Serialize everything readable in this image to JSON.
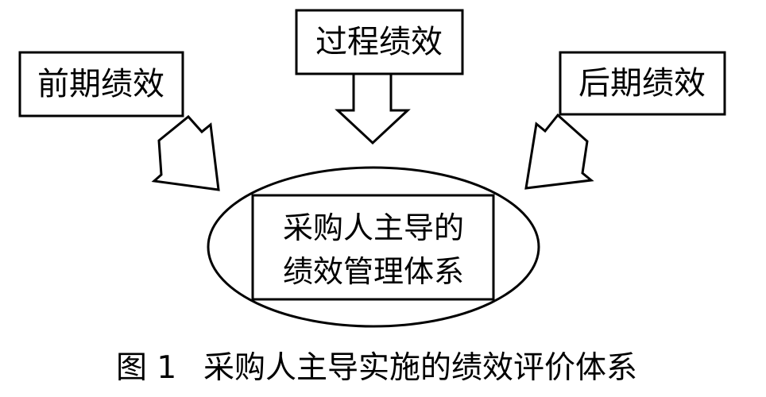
{
  "diagram": {
    "inputs": {
      "early": "前期绩效",
      "process": "过程绩效",
      "late": "后期绩效"
    },
    "center": {
      "line1": "采购人主导的",
      "line2": "绩效管理体系"
    }
  },
  "caption": {
    "number": "图 1",
    "text": "采购人主导实施的绩效评价体系"
  }
}
